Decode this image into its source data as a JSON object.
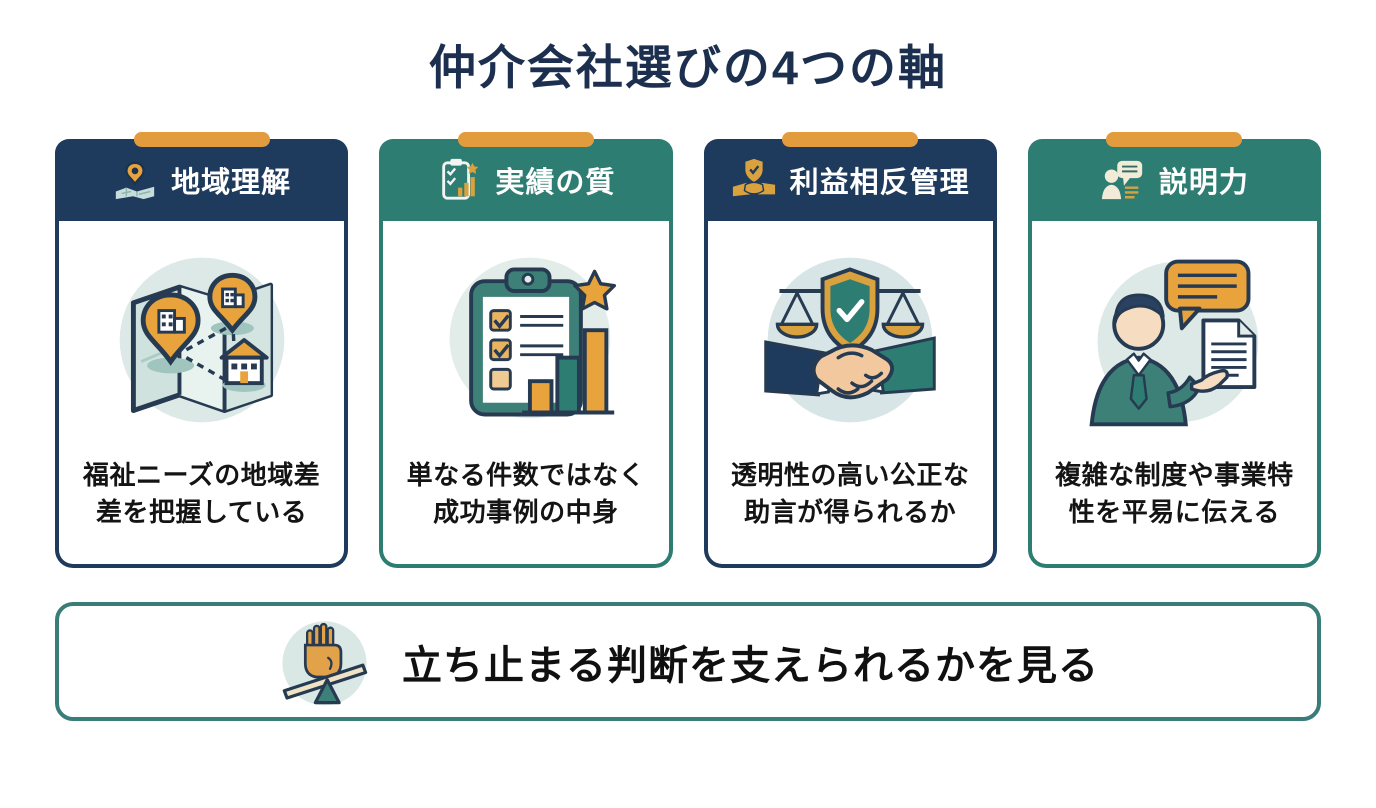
{
  "title": "仲介会社選びの4つの軸",
  "cards": [
    {
      "label": "地域理解",
      "icon": "map-pin-icon",
      "illustration": "map-with-pins",
      "description_line1": "福祉ニーズの地域差",
      "description_line2": "差を把握している"
    },
    {
      "label": "実績の質",
      "icon": "checklist-chart-icon",
      "illustration": "clipboard-checklist-bar-chart-star",
      "description_line1": "単なる件数ではなく",
      "description_line2": "成功事例の中身"
    },
    {
      "label": "利益相反管理",
      "icon": "handshake-shield-icon",
      "illustration": "handshake-scales-shield",
      "description_line1": "透明性の高い公正な",
      "description_line2": "助言が得られるか"
    },
    {
      "label": "説明力",
      "icon": "person-speech-icon",
      "illustration": "person-speech-bubble-document",
      "description_line1": "複雑な制度や事業特",
      "description_line2": "性を平易に伝える"
    }
  ],
  "footer": {
    "text": "立ち止まる判断を支えられるかを見る",
    "icon": "hand-balance-icon"
  },
  "colors": {
    "navy": "#1e3a5c",
    "teal": "#2e7d73",
    "accent_orange": "#e29c3d",
    "gold": "#d9a23f",
    "outline": "#263b52",
    "text_dark": "#141414",
    "footer_border": "#3a7d78",
    "illustration_bg": "#dce9e6"
  }
}
